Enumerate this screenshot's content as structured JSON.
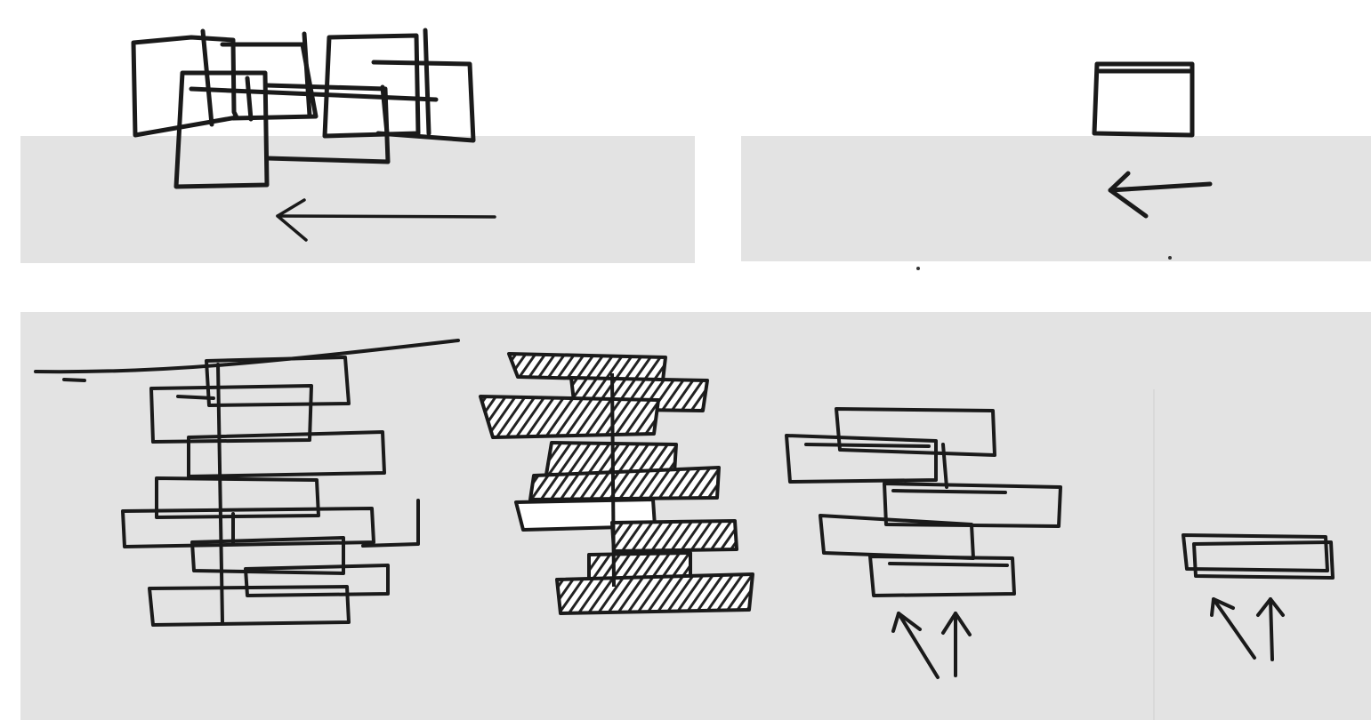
{
  "colors": {
    "background": "#ffffff",
    "panel_gray": "#e3e3e3",
    "ink": "#1a1a1a"
  },
  "sketch": {
    "panels": [
      "panel-top-left",
      "panel-top-right",
      "panel-bottom"
    ],
    "groups": [
      "overlapping-squares-group",
      "single-square",
      "white-bar-stack-1",
      "hatched-bar-stack",
      "white-bar-stack-2",
      "double-bar"
    ],
    "arrows": [
      "left-arrow-long",
      "left-arrow-short",
      "up-arrows-pair-1",
      "up-arrows-pair-2"
    ]
  }
}
